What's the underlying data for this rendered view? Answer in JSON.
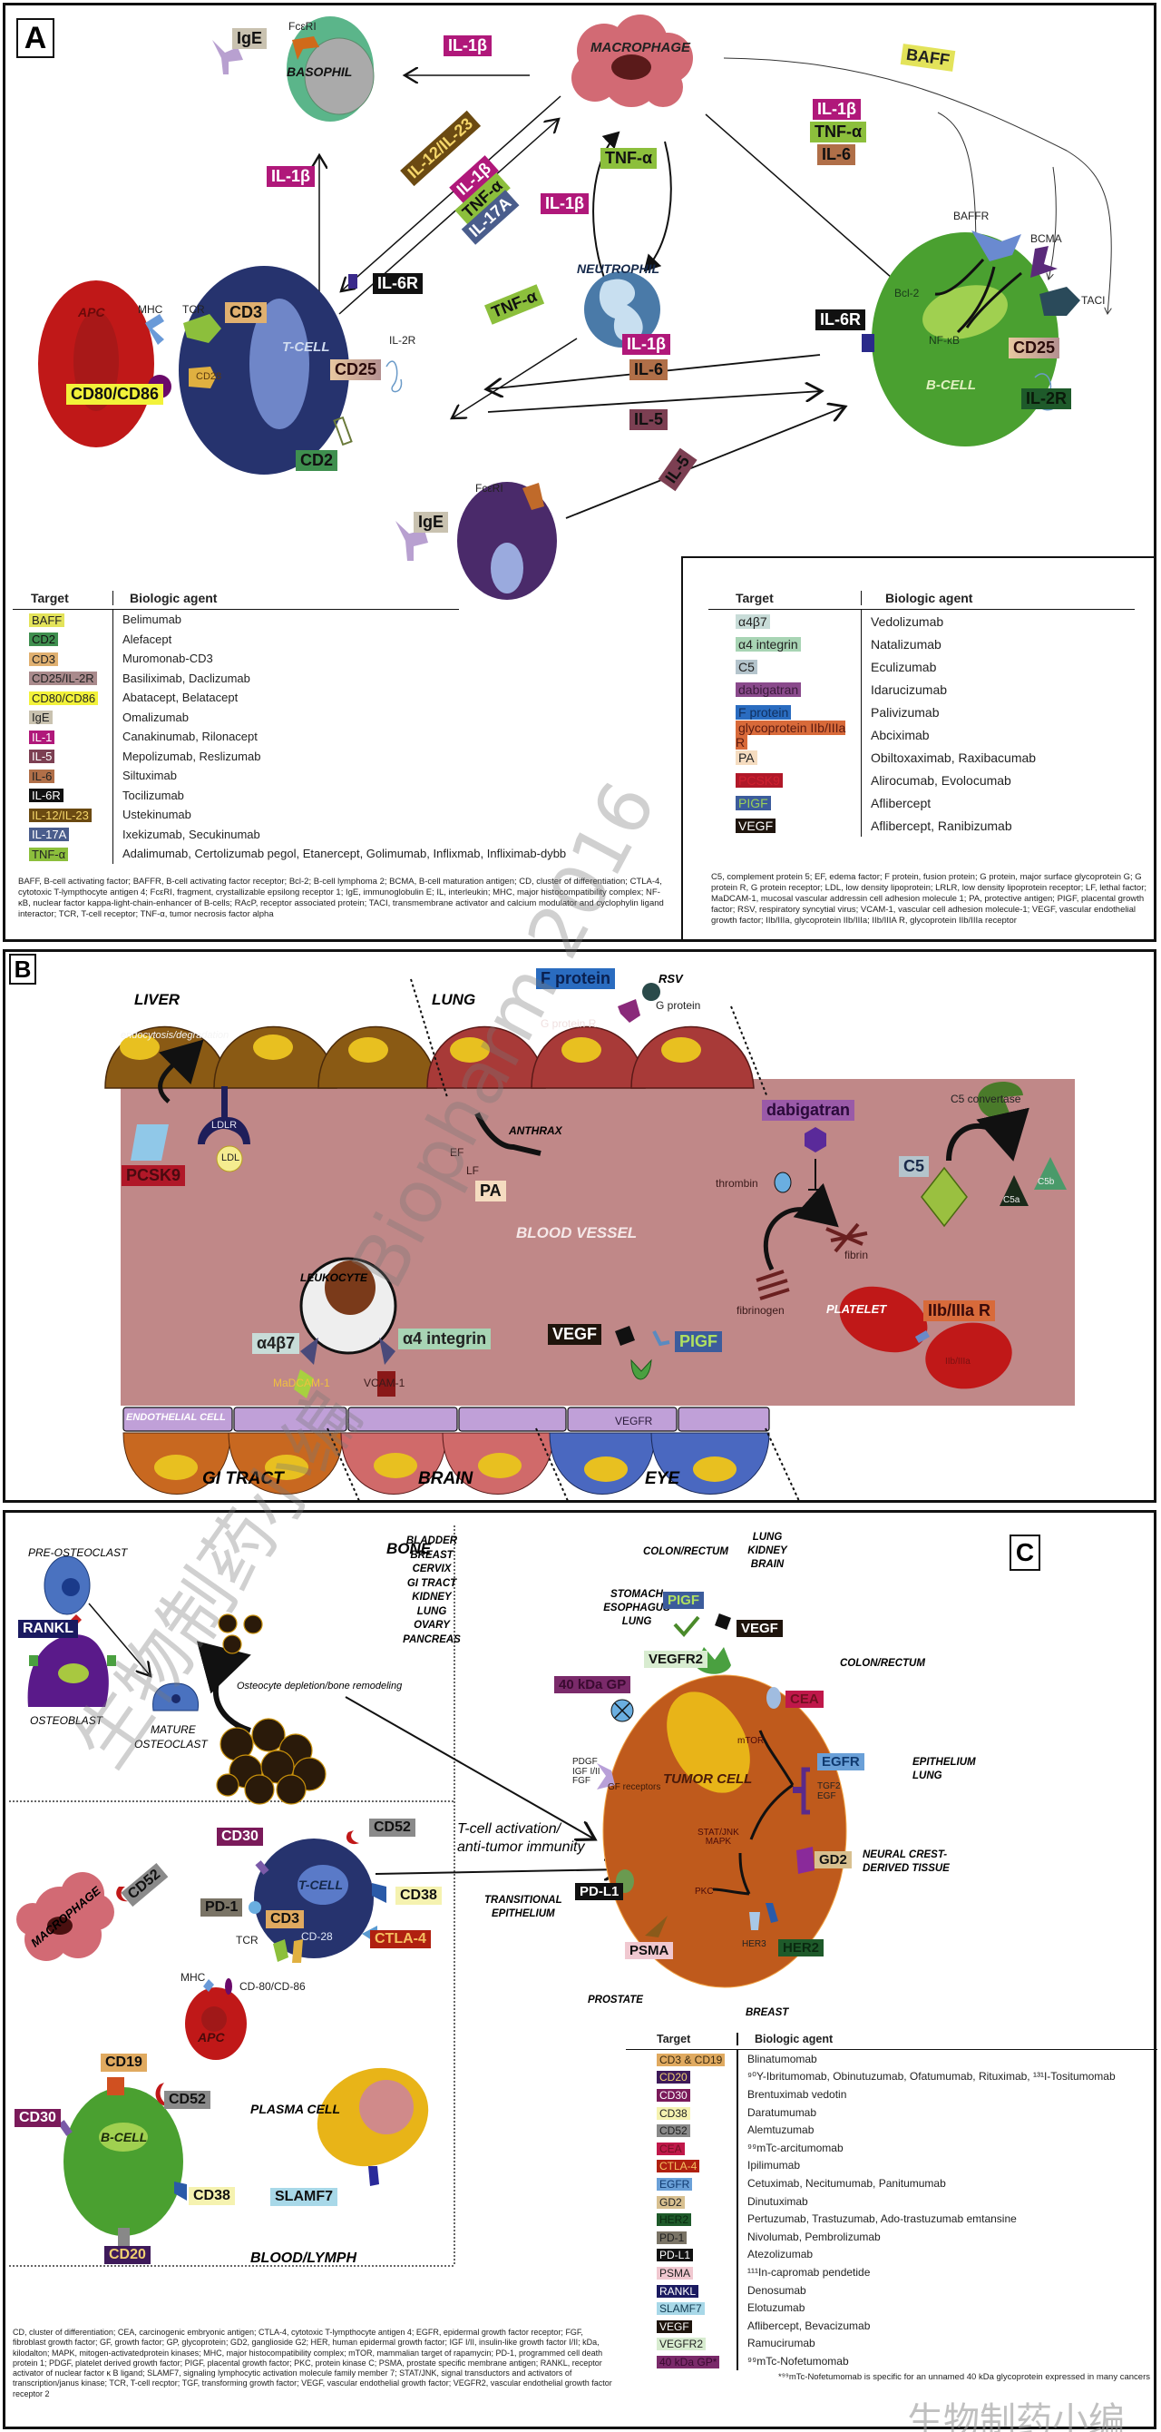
{
  "panelA": {
    "letter": "A",
    "cells": {
      "basophil": "BASOPHIL",
      "macrophage": "MACROPHAGE",
      "neutrophil": "NEUTROPHIL",
      "t_cell": "T-CELL",
      "b_cell": "B-CELL",
      "apc": "APC"
    },
    "labels": {
      "ige_top": "IgE",
      "fceri_top": "FcεRI",
      "il1b_top": "IL-1β",
      "baff": "BAFF",
      "il12_23": "IL-12/IL-23",
      "il1b_tnf_il17_1": "IL-1β",
      "il1b_tnf_il17_2": "TNF-α",
      "il1b_tnf_il17_3": "IL-17A",
      "il1b_left": "IL-1β",
      "il1b_mid": "IL-1β",
      "tnf_loop": "TNF-α",
      "mac_b_1": "IL-1β",
      "mac_b_2": "TNF-α",
      "mac_b_3": "IL-6",
      "baffr": "BAFFR",
      "bcma": "BCMA",
      "taci": "TACI",
      "bcl2": "Bcl-2",
      "nfkb": "NF-κB",
      "il6r_t": "IL-6R",
      "il6r_b": "IL-6R",
      "cd25_b": "CD25",
      "il2r_b": "IL-2R",
      "tnf_neut_t": "TNF-α",
      "mhc": "MHC",
      "tcr": "TCR",
      "cd3": "CD3",
      "cd28": "CD28",
      "cd25_t": "CD25",
      "il2r_t": "IL-2R",
      "cd80_86": "CD80/CD86",
      "cd2": "CD2",
      "tb_1": "IL-1β",
      "tb_2": "IL-6",
      "tb_3": "IL-5",
      "eos_il5": "IL-5",
      "ige_bottom": "IgE",
      "fceri_bottom": "FcεRI"
    },
    "table_left": {
      "header_target": "Target",
      "header_agent": "Biologic agent",
      "rows": [
        {
          "target": "BAFF",
          "agent": "Belimumab",
          "color": "#e3e35a",
          "text": "#222"
        },
        {
          "target": "CD2",
          "agent": "Alefacept",
          "color": "#3f8f4f",
          "text": "#111"
        },
        {
          "target": "CD3",
          "agent": "Muromonab-CD3",
          "color": "#e0b070",
          "text": "#222"
        },
        {
          "target": "CD25/IL-2R",
          "agent": "Basiliximab, Daclizumab",
          "color": "#a98a8c",
          "text": "#222"
        },
        {
          "target": "CD80/CD86",
          "agent": "Abatacept, Belatacept",
          "color": "#f2f23a",
          "text": "#222"
        },
        {
          "target": "IgE",
          "agent": "Omalizumab",
          "color": "#c9c2b0",
          "text": "#222"
        },
        {
          "target": "IL-1",
          "agent": "Canakinumab, Rilonacept",
          "color": "#b0187a",
          "text": "#fff"
        },
        {
          "target": "IL-5",
          "agent": "Mepolizumab, Reslizumab",
          "color": "#7c3f52",
          "text": "#fff"
        },
        {
          "target": "IL-6",
          "agent": "Siltuximab",
          "color": "#b06f48",
          "text": "#222"
        },
        {
          "target": "IL-6R",
          "agent": "Tocilizumab",
          "color": "#111111",
          "text": "#fff"
        },
        {
          "target": "IL-12/IL-23",
          "agent": "Ustekinumab",
          "color": "#6b4a12",
          "text": "#f5d66a"
        },
        {
          "target": "IL-17A",
          "agent": "Ixekizumab, Secukinumab",
          "color": "#4a5d8c",
          "text": "#fff"
        },
        {
          "target": "TNF-α",
          "agent": "Adalimumab, Certolizumab pegol, Etanercept, Golimumab, Inflixmab, Infliximab-dybb",
          "color": "#8cbf3c",
          "text": "#222"
        }
      ],
      "footnote": "BAFF, B-cell activating factor; BAFFR, B-cell activating factor receptor; Bcl-2; B-cell lymphoma 2; BCMA, B-cell maturation antigen; CD, cluster of differentiation; CTLA-4, cytotoxic T-lympthocyte antigen 4;  FcεRI, fragment, crystallizable epsilong receptor 1; IgE, immunoglobulin E; IL, interleukin; MHC, major histocompatibility complex; NF-κB, nuclear factor kappa-light-chain-enhancer of B-cells; RAcP, receptor associated protein;  TACI, transmembrane activator and calcium modulator and cyclophylin ligand interactor; TCR, T-cell receptor; TNF-α, tumor necrosis factor alpha"
    },
    "table_right": {
      "header_target": "Target",
      "header_agent": "Biologic agent",
      "rows": [
        {
          "target": "α4β7",
          "agent": "Vedolizumab",
          "color": "#c8dcd8",
          "text": "#222"
        },
        {
          "target": "α4 integrin",
          "agent": "Natalizumab",
          "color": "#a8d4b4",
          "text": "#222"
        },
        {
          "target": "C5",
          "agent": "Eculizumab",
          "color": "#b4c4cc",
          "text": "#222"
        },
        {
          "target": "dabigatran",
          "agent": "Idarucizumab",
          "color": "#8a4a8c",
          "text": "#3a1a3a"
        },
        {
          "target": "F protein",
          "agent": "Palivizumab",
          "color": "#2a6cc0",
          "text": "#103060"
        },
        {
          "target": "glycoprotein IIb/IIIa R",
          "agent": "Abciximab",
          "color": "#d86a3a",
          "text": "#5a1a10"
        },
        {
          "target": "PA",
          "agent": "Obiltoxaximab, Raxibacumab",
          "color": "#f5dcc0",
          "text": "#222"
        },
        {
          "target": "PCSK9",
          "agent": "Alirocumab, Evolocumab",
          "color": "#b01828",
          "text": "#d02030"
        },
        {
          "target": "PIGF",
          "agent": "Aflibercept",
          "color": "#3c5c9c",
          "text": "#9ad05a"
        },
        {
          "target": "VEGF",
          "agent": "Aflibercept, Ranibizumab",
          "color": "#1e140c",
          "text": "#fff"
        }
      ],
      "footnote": "C5, complement protein 5; EF, edema factor; F protein, fusion protein; G protein, major surface glycoprotein G; G protein R, G protein receptor; LDL, low density lipoprotein; LRLR, low density lipoprotein receptor; LF, lethal factor; MaDCAM-1, mucosal vascular addressin cell adhesion molecule 1; PA, protective antigen; PIGF, placental growth factor;  RSV, respiratory syncytial virus; VCAM-1, vascular cell adhesion molecule-1; VEGF, vascular endothelial growth factor; IIb/IIIa, glycoprotein IIb/IIIa; IIb/IIIA R, glycoprotein IIb/IIIa receptor"
    }
  },
  "panelB": {
    "letter": "B",
    "regions": {
      "liver": "LIVER",
      "lung": "LUNG",
      "blood_vessel": "BLOOD VESSEL",
      "gi_tract": "GI TRACT",
      "brain": "BRAIN",
      "eye": "EYE",
      "endothelial": "ENDOTHELIAL  CELL"
    },
    "labels": {
      "f_protein": "F protein",
      "rsv": "RSV",
      "g_protein": "G protein",
      "g_protein_r": "G protein R",
      "endocytosis": "endocytosis/degradation",
      "ldlr": "LDLR",
      "ldl": "LDL",
      "pcsk9": "PCSK9",
      "anthrax": "ANTHRAX",
      "ef": "EF",
      "lf": "LF",
      "pa": "PA",
      "dabigatran": "dabigatran",
      "thrombin": "thrombin",
      "fibrin": "fibrin",
      "fibrinogen": "fibrinogen",
      "c5_convertase": "C5 convertase",
      "c5": "C5",
      "c5a": "C5a",
      "c5b": "C5b",
      "leukocyte": "LEUKOCYTE",
      "a4b7": "α4β7",
      "a4_integrin": "α4 integrin",
      "madcam": "MaDCAM-1",
      "vcam": "VCAM-1",
      "vegf": "VEGF",
      "pigf": "PIGF",
      "vegfr": "VEGFR",
      "platelet": "PLATELET",
      "iib_iiia_r": "IIb/IIIa R",
      "iib_iiia": "IIb/IIIa"
    }
  },
  "panelC": {
    "letter": "C",
    "regions": {
      "bone": "BONE",
      "blood_lymph": "BLOOD/LYMPH"
    },
    "bone": {
      "pre_osteoclast": "PRE-OSTEOCLAST",
      "rankl": "RANKL",
      "osteoblast": "OSTEOBLAST",
      "mature_osteoclast_1": "MATURE",
      "mature_osteoclast_2": "OSTEOCLAST",
      "remodeling": "Osteocyte depletion/bone remodeling"
    },
    "blood": {
      "macrophage": "MACROPHAGE",
      "cd52_mac": "CD52",
      "t_cell": "T-CELL",
      "cd30_t": "CD30",
      "cd52_t": "CD52",
      "pd1": "PD-1",
      "cd3": "CD3",
      "cd38_t": "CD38",
      "ctla4": "CTLA-4",
      "tcr": "TCR",
      "cd28": "CD-28",
      "mhc": "MHC",
      "cd80_86": "CD-80/CD-86",
      "apc": "APC",
      "b_cell": "B-CELL",
      "cd19": "CD19",
      "cd52_b": "CD52",
      "cd30_b": "CD30",
      "cd38_b": "CD38",
      "cd20": "CD20",
      "plasma_cell": "PLASMA CELL",
      "slamf7": "SLAMF7"
    },
    "tumor": {
      "tumor_cell": "TUMOR CELL",
      "tcell_activation_1": "T-cell activation/",
      "tcell_activation_2": "anti-tumor immunity",
      "tissues_40kda": [
        "BLADDER",
        "BREAST",
        "CERVIX",
        "GI TRACT",
        "KIDNEY",
        "LUNG",
        "OVARY",
        "PANCREAS"
      ],
      "gp40": "40 kDa GP",
      "stomach": [
        "STOMACH",
        "ESOPHAGUS",
        "LUNG"
      ],
      "colon_top": "COLON/RECTUM",
      "pigf": "PIGF",
      "lung_kidney_brain": [
        "LUNG",
        "KIDNEY",
        "BRAIN"
      ],
      "vegf": "VEGF",
      "vegfr2": "VEGFR2",
      "colon_right": "COLON/RECTUM",
      "cea": "CEA",
      "mtor": "mTOR",
      "egfr": "EGFR",
      "epithelium_lung": [
        "EPITHELIUM",
        "LUNG"
      ],
      "tgf_egf": [
        "TGF2",
        "EGF"
      ],
      "gf_ligands": [
        "PDGF",
        "IGF I/II",
        "FGF"
      ],
      "gf_receptors": "GF receptors",
      "stat": [
        "STAT/JNK",
        "MAPK"
      ],
      "gd2": "GD2",
      "neural_crest": [
        "NEURAL CREST-",
        "DERIVED TISSUE"
      ],
      "pkc": "PKC",
      "pdl1": "PD-L1",
      "transitional": [
        "TRANSITIONAL",
        "EPITHELIUM"
      ],
      "psma": "PSMA",
      "prostate": "PROSTATE",
      "her3": "HER3",
      "her2": "HER2",
      "breast": "BREAST"
    },
    "table": {
      "header_target": "Target",
      "header_agent": "Biologic agent",
      "rows": [
        {
          "target": "CD3 & CD19",
          "agent": "Blinatumomab",
          "color": "#e0aa60",
          "text": "#3a2a10"
        },
        {
          "target": "CD20",
          "agent": "⁹⁰Y-Ibritumomab, Obinutuzumab, Ofatumumab, Rituximab, ¹³¹I-Tositumomab",
          "color": "#3e1a5a",
          "text": "#f0d070"
        },
        {
          "target": "CD30",
          "agent": "Brentuximab vedotin",
          "color": "#7a1a5a",
          "text": "#fff"
        },
        {
          "target": "CD38",
          "agent": "Daratumumab",
          "color": "#f5f2b0",
          "text": "#222"
        },
        {
          "target": "CD52",
          "agent": "Alemtuzumab",
          "color": "#8a8a8a",
          "text": "#222"
        },
        {
          "target": "CEA",
          "agent": "⁹⁹mTc-arcitumomab",
          "color": "#c0184a",
          "text": "#701020"
        },
        {
          "target": "CTLA-4",
          "agent": "Ipilimumab",
          "color": "#b02010",
          "text": "#f5c060"
        },
        {
          "target": "EGFR",
          "agent": "Cetuximab, Necitumumab, Panitumumab",
          "color": "#6aa0d8",
          "text": "#103a70"
        },
        {
          "target": "GD2",
          "agent": "Dinutuximab",
          "color": "#d8c090",
          "text": "#222"
        },
        {
          "target": "HER2",
          "agent": "Pertuzumab, Trastuzumab, Ado-trastuzumab emtansine",
          "color": "#1e5a2a",
          "text": "#0a2a10"
        },
        {
          "target": "PD-1",
          "agent": "Nivolumab, Pembrolizumab",
          "color": "#7a7466",
          "text": "#222"
        },
        {
          "target": "PD-L1",
          "agent": "Atezolizumab",
          "color": "#111111",
          "text": "#fff"
        },
        {
          "target": "PSMA",
          "agent": "¹¹¹In-capromab pendetide",
          "color": "#f0c8d0",
          "text": "#222"
        },
        {
          "target": "RANKL",
          "agent": "Denosumab",
          "color": "#1a1a60",
          "text": "#fff"
        },
        {
          "target": "SLAMF7",
          "agent": "Elotuzumab",
          "color": "#a8d8e8",
          "text": "#103a50"
        },
        {
          "target": "VEGF",
          "agent": "Aflibercept, Bevacizumab",
          "color": "#1e140c",
          "text": "#fff"
        },
        {
          "target": "VEGFR2",
          "agent": "Ramucirumab",
          "color": "#d8ecd0",
          "text": "#222"
        },
        {
          "target": "40 kDa GP*",
          "agent": "⁹⁹mTc-Nofetumomab",
          "color": "#7a2a6a",
          "text": "#3a0a30"
        }
      ],
      "note": "*⁹⁹mTc-Nofetumomab is specific for an unnamed 40 kDa glycoprotein expressed in many cancers"
    },
    "footnote": "CD, cluster of differentiation; CEA, carcinogenic embryonic antigen; CTLA-4, cytotoxic T-lympthocyte antigen 4; EGFR, epidermal growth factor receptor; FGF, fibroblast growth factor; GF, growth factor; GP, glycoprotein;  GD2, ganglioside G2; HER, human epidermal growth factor; IGF I/II, insulin-like growth factor I/II; kDa, kilodalton; MAPK, mitogen-activatedprotein kinases; MHC, major histocompatibility complex; mTOR, mammalian target of rapamycin; PD-1, programmed cell death protein 1; PDGF, platelet derived growth factor; PIGF, placental growth factor; PKC, protein kinase C; PSMA, prostate specific membrane antigen; RANKL, receptor activator of nuclear factor κ B ligand; SLAMF7, signaling lymphocytic activation molecule family member 7; STAT/JNK, signal transductors and activators of transcription/janus kinase; TCR, T-cell recptor; TGF, transforming growth factor; VEGF, vascular endothelial growth factor; VEGFR2, vascular endothelial growth factor receptor 2"
  },
  "watermarks": {
    "biopharm": "Biopharm 2016",
    "chinese_1": "生物制药小编",
    "chinese_2": "生物制药小编"
  }
}
